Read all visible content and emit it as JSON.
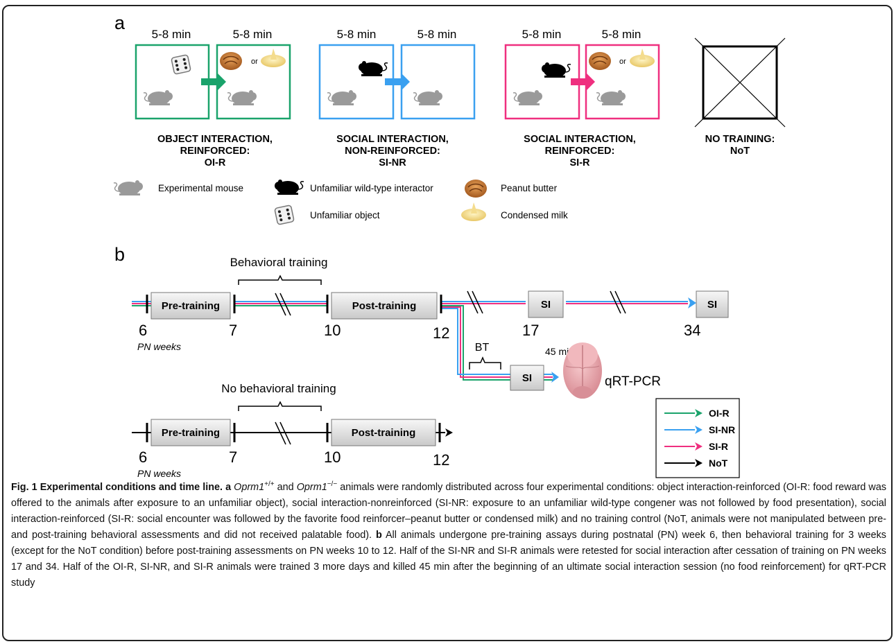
{
  "panel_a": {
    "label": "a",
    "conditions": [
      {
        "t1": "5-8 min",
        "t2": "5-8 min",
        "title": [
          "OBJECT INTERACTION,",
          "REINFORCED:",
          "OI-R"
        ],
        "color": "#1aa36b",
        "reward_or": "or"
      },
      {
        "t1": "5-8 min",
        "t2": "5-8 min",
        "title": [
          "SOCIAL INTERACTION,",
          "NON-REINFORCED:",
          "SI-NR"
        ],
        "color": "#3aa0f0"
      },
      {
        "t1": "5-8 min",
        "t2": "5-8 min",
        "title": [
          "SOCIAL INTERACTION,",
          "REINFORCED:",
          "SI-R"
        ],
        "color": "#ef2f7f",
        "reward_or": "or"
      },
      {
        "title": [
          "NO TRAINING:",
          "NoT"
        ],
        "color": "#000000"
      }
    ],
    "legend": {
      "experimental_mouse": "Experimental mouse",
      "interactor": "Unfamiliar wild-type interactor",
      "peanut_butter": "Peanut butter",
      "object": "Unfamiliar object",
      "condensed_milk": "Condensed milk"
    }
  },
  "panel_b": {
    "label": "b",
    "trained": {
      "bracket_label": "Behavioral training",
      "box_pre": "Pre-training",
      "box_post": "Post-training",
      "box_si": "SI",
      "weeks": [
        "6",
        "7",
        "10",
        "12",
        "17",
        "34"
      ],
      "pn_label": "PN weeks",
      "bt_label": "BT",
      "time_label": "45 min",
      "assay_label": "qRT-PCR"
    },
    "untrained": {
      "bracket_label": "No behavioral training",
      "box_pre": "Pre-training",
      "box_post": "Post-training",
      "weeks": [
        "6",
        "7",
        "10",
        "12"
      ],
      "pn_label": "PN weeks"
    },
    "legend": [
      {
        "label": "OI-R",
        "color": "#1aa36b"
      },
      {
        "label": "SI-NR",
        "color": "#3aa0f0"
      },
      {
        "label": "SI-R",
        "color": "#ef2f7f"
      },
      {
        "label": "NoT",
        "color": "#000000"
      }
    ]
  },
  "caption": {
    "title": "Fig. 1 Experimental conditions and time line.",
    "a_label": "a",
    "gene": "Oprm1",
    "wt_sup": "+/+",
    "and": "and",
    "ko_sup": "−/−",
    "part_a": "animals were randomly distributed across four experimental conditions: object interaction-reinforced (OI-R: food reward was offered to the animals after exposure to an unfamiliar object), social interaction-nonreinforced (SI-NR: exposure to an unfamiliar wild-type congener was not followed by food presentation), social interaction-reinforced (SI-R: social encounter was followed by the favorite food reinforcer–peanut butter or condensed milk) and no training control (NoT, animals were not manipulated between pre- and post-training behavioral assessments and did not received palatable food).",
    "b_label": "b",
    "part_b": "All animals undergone pre-training assays during postnatal (PN) week 6, then behavioral training for 3 weeks (except for the NoT condition) before post-training assessments on PN weeks 10 to 12. Half of the SI-NR and SI-R animals were retested for social interaction after cessation of training on PN weeks 17 and 34. Half of the OI-R, SI-NR, and SI-R animals were trained 3 more days and killed 45 min after the beginning of an ultimate social interaction session (no food reinforcement) for qRT-PCR study"
  }
}
